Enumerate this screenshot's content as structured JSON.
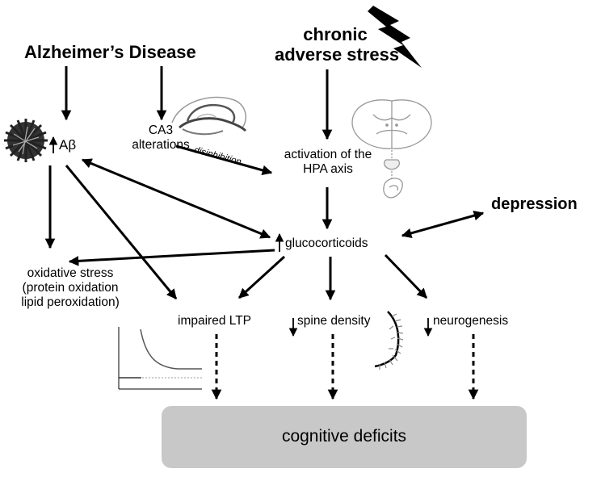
{
  "nodes": {
    "alzheimers": "Alzheimer’s Disease",
    "stress_line1": "chronic",
    "stress_line2": "adverse stress",
    "abeta": "Aβ",
    "ca3_line1": "CA3",
    "ca3_line2": "alterations",
    "disinhibition": "disinhibition",
    "hpa_line1": "activation of the",
    "hpa_line2": "HPA axis",
    "depression": "depression",
    "glucocorticoids": "glucocorticoids",
    "ox_line1": "oxidative stress",
    "ox_line2": "(protein oxidation",
    "ox_line3": "lipid peroxidation)",
    "ltp": "impaired LTP",
    "spine": "spine density",
    "neuro": "neurogenesis",
    "cognitive": "cognitive deficits"
  },
  "icons": {
    "lightning": "lightning-bolt-icon",
    "plaque": "amyloid-plaque-icon",
    "hippocampus": "hippocampus-icon",
    "brain": "brain-section-icon",
    "ltp_graph": "ltp-decay-graph-icon",
    "dendrite": "dendrite-spines-icon"
  },
  "colors": {
    "arrow": "#000000",
    "box": "#c8c8c8"
  }
}
